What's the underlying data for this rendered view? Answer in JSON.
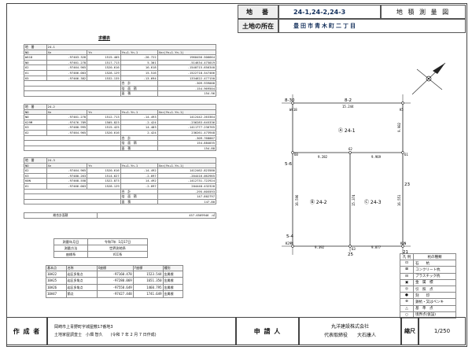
{
  "header": {
    "chiban_label": "地　番",
    "chiban_value": "24-1,24-2,24-3",
    "title": "地 積 測 量 図",
    "location_label": "土地の所在",
    "location_value": "豊田市青木町二丁目"
  },
  "table_main": {
    "title": "求積表",
    "header_a": "地　番",
    "header_b": "24-1",
    "columns": [
      "NO",
      "Xn",
      "Yn",
      "Yn+1-Yn-1",
      "Xn×(Yn+1-Yn-1)"
    ],
    "rows": [
      [
        "W418",
        "-97403.328",
        "1515.405",
        "-20.722",
        "1960456.506664"
      ],
      [
        "N0",
        "-97461.278",
        "1517.713",
        "5.301",
        "-514634.475019"
      ],
      [
        "62",
        "-97464.965",
        "1520.616",
        "16.618",
        "-1540715.656340"
      ],
      [
        "61",
        "-97466.003",
        "1528.129",
        "15.516",
        "-1522718.547466"
      ],
      [
        "K5",
        "-97466.382",
        "1532.135",
        "-13.694",
        "1334622.477150"
      ]
    ],
    "sum_label": "合　計",
    "sum_value": "-309.939008",
    "area2_label": "倍　面　積",
    "area2_value": "-154.969504",
    "area_label": "面　積",
    "area_value": "154.96"
  },
  "table_242": {
    "header_a": "地　番",
    "header_b": "24-2",
    "columns": [
      "NO",
      "Xn",
      "Yn",
      "Yn+1-Yn-1",
      "Xn×(Yn+1-Yn-1)"
    ],
    "rows": [
      [
        "N0",
        "-97461.278",
        "1512.713",
        "-14.493",
        "1412442.263364"
      ],
      [
        "K29M",
        "-97476.789",
        "1505.823",
        "-2.424",
        "-236283.645336"
      ],
      [
        "K3",
        "-97480.995",
        "1515.425",
        "14.483",
        "-1411777.236765"
      ],
      [
        "62",
        "-97464.965",
        "1520.616",
        "2.424",
        "236261.473948"
      ]
    ],
    "sum_label": "合　計",
    "sum_value": "-309.768007",
    "area2_label": "倍　面　積",
    "area2_value": "154.884035",
    "area_label": "面　積",
    "area_value": "154.88"
  },
  "table_243": {
    "header_a": "地　番",
    "header_b": "24-3",
    "columns": [
      "NO",
      "Xn",
      "Yn",
      "Yn+1-Yn-1",
      "Xn×(Yn+1-Yn-1)"
    ],
    "rows": [
      [
        "62",
        "-97464.965",
        "1520.616",
        "-14.492",
        "1412462.823580"
      ],
      [
        "K3",
        "-97480.263",
        "1514.627",
        "-2.097",
        "-204416.062965"
      ],
      [
        "K0N",
        "-97468.558",
        "1522.873",
        "14.492",
        "-1412731.722924"
      ],
      [
        "61",
        "-97466.003",
        "1528.129",
        "-2.097",
        "204440.432320"
      ]
    ],
    "sum_label": "合　計",
    "sum_value": "-295.605593",
    "area2_label": "倍　面　積",
    "area2_value": "147.802797",
    "area_label": "面　積",
    "area_value": "147.80"
  },
  "total_area": {
    "label": "総合計面積",
    "value": "457.6569946　㎡"
  },
  "survey_info": [
    {
      "label": "測量年月日",
      "value": "令和7年 1月17日"
    },
    {
      "label": "測量方法",
      "value": "世界測地系"
    },
    {
      "label": "座標系",
      "value": "VII系"
    }
  ],
  "benchmarks": {
    "columns": [
      "基本点",
      "名称",
      "X座標",
      "Y座標",
      "種別"
    ],
    "rows": [
      [
        "10A22",
        "岩区多角点",
        "-97160.478",
        "1523.544",
        "金属標"
      ],
      [
        "10A25",
        "岩区多角点",
        "-97280.069",
        "1651.350",
        "金属標"
      ],
      [
        "10A26",
        "岩区多角点",
        "-97558.649",
        "1460.795",
        "金属標"
      ],
      [
        "10A47",
        "節点",
        "-97427.448",
        "1741.649",
        "金属標"
      ]
    ]
  },
  "plan": {
    "lot_241": "Ⓐ 24-1",
    "lot_242": "Ⓑ 24-2",
    "lot_243": "Ⓒ 24-3",
    "adj_8_30": "8-30",
    "adj_8_2": "8-2",
    "adj_5_6": "5-6",
    "adj_5_4": "5-4",
    "adj_23": "23",
    "adj_25": "25",
    "adj_21": "21",
    "dim_top": "15.244",
    "dim_left_upper": "9.982",
    "dim_mid_upper_left": "9.282",
    "dim_mid_upper_right": "9.969",
    "dim_left_lower": "16.596",
    "dim_mid_vertical": "15.374",
    "dim_right_lower": "16.551",
    "dim_bottom_left": "9.392",
    "dim_bottom_right": "9.877",
    "pt_w418": "W418",
    "pt_60": "60",
    "pt_62": "62",
    "pt_61": "61",
    "pt_k29m": "K29M",
    "pt_63": "63",
    "pt_k0n": "K0N",
    "pt_k5": "K5"
  },
  "legend": {
    "header": [
      "凡 例",
      "杭の種類"
    ],
    "rows": [
      [
        "⊡",
        "石　　杭"
      ],
      [
        "⊠",
        "コンクリート杭"
      ],
      [
        "⊟",
        "プラスチック杭"
      ],
      [
        "▣",
        "金　属　標"
      ],
      [
        "◎",
        "引　照　点"
      ],
      [
        "●",
        "刻　　印"
      ],
      [
        "⊕",
        "鉄杭・又はペンキ"
      ],
      [
        "△",
        "基　準　点"
      ],
      [
        "○",
        "境界点(仮設)"
      ]
    ]
  },
  "footer": {
    "creator_label": "作 成 者",
    "creator_line1": "岡崎市上青野町字城屋敷17番地3",
    "creator_line2": "土地家屋調査士　小畑 智久　　(令和 7 年 2 月 7 日作成)",
    "applicant_label": "申 請 人",
    "applicant_line1": "丸洋建設株式会社",
    "applicant_line2": "代表取締役　　大石康人",
    "scale_label": "縮尺",
    "scale_value": "1/250"
  }
}
